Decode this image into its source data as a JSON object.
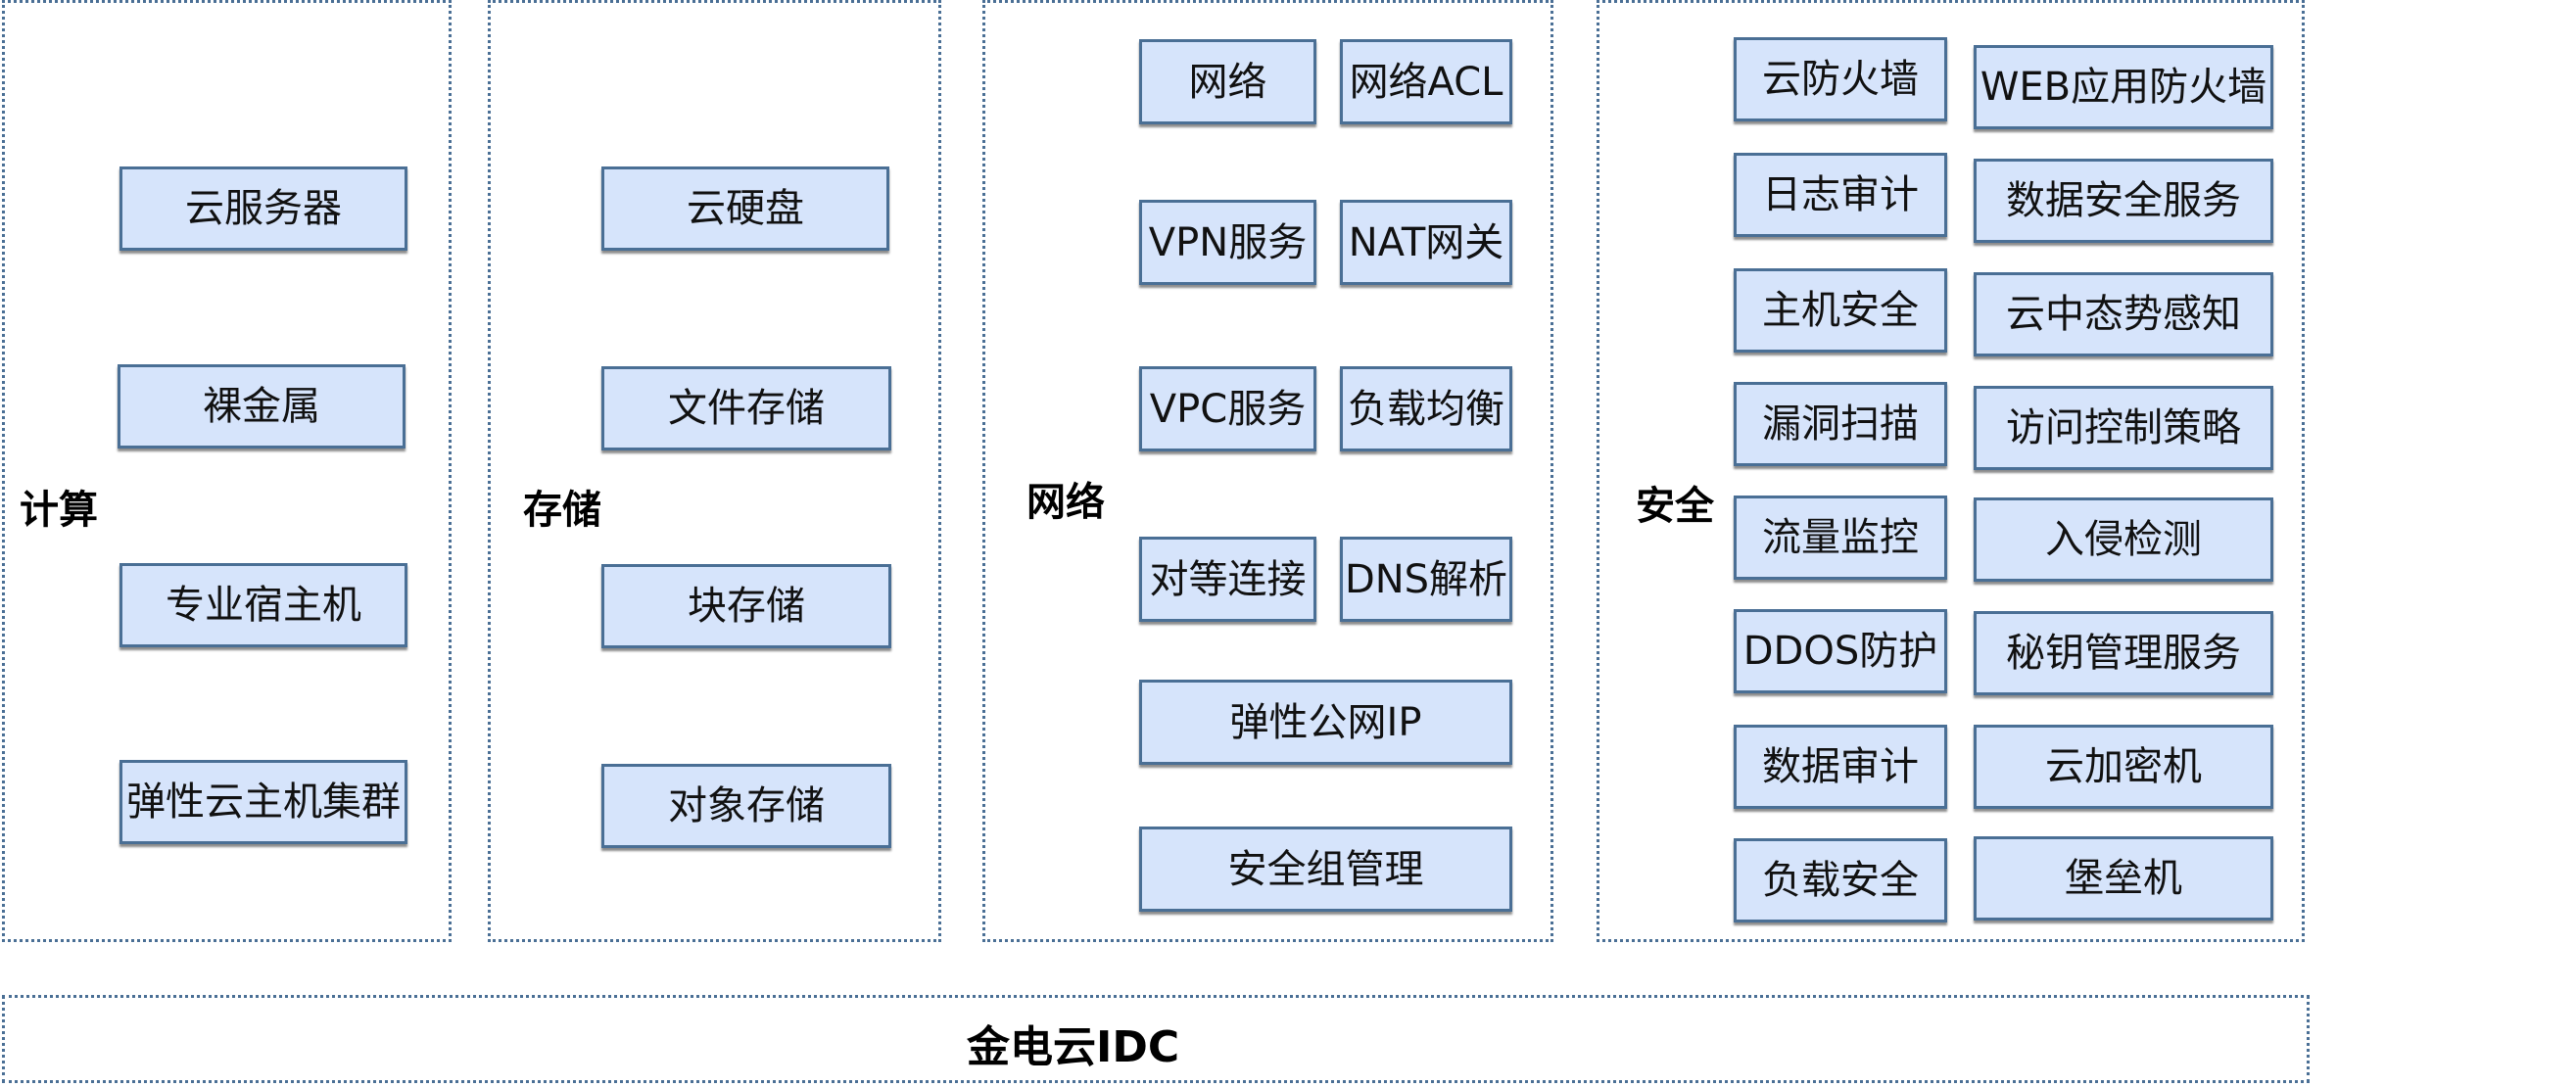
{
  "groups": {
    "compute": {
      "label": "计算",
      "items": [
        "云服务器",
        "裸金属",
        "专业宿主机",
        "弹性云主机集群"
      ]
    },
    "storage": {
      "label": "存储",
      "items": [
        "云硬盘",
        "文件存储",
        "块存储",
        "对象存储"
      ]
    },
    "network": {
      "label": "网络",
      "items": [
        "网络",
        "网络ACL",
        "VPN服务",
        "NAT网关",
        "VPC服务",
        "负载均衡",
        "对等连接",
        "DNS解析",
        "弹性公网IP",
        "安全组管理"
      ]
    },
    "security": {
      "label": "安全",
      "items": [
        "云防火墙",
        "WEB应用防火墙",
        "日志审计",
        "数据安全服务",
        "主机安全",
        "云中态势感知",
        "漏洞扫描",
        "访问控制策略",
        "流量监控",
        "入侵检测",
        "DDOS防护",
        "秘钥管理服务",
        "数据审计",
        "云加密机",
        "负载安全",
        "堡垒机"
      ]
    }
  },
  "foundation": {
    "label": "金电云IDC"
  },
  "colors": {
    "box_fill": "#d6e4fb",
    "box_border": "#4a6f95",
    "group_border": "#4a6f95"
  }
}
